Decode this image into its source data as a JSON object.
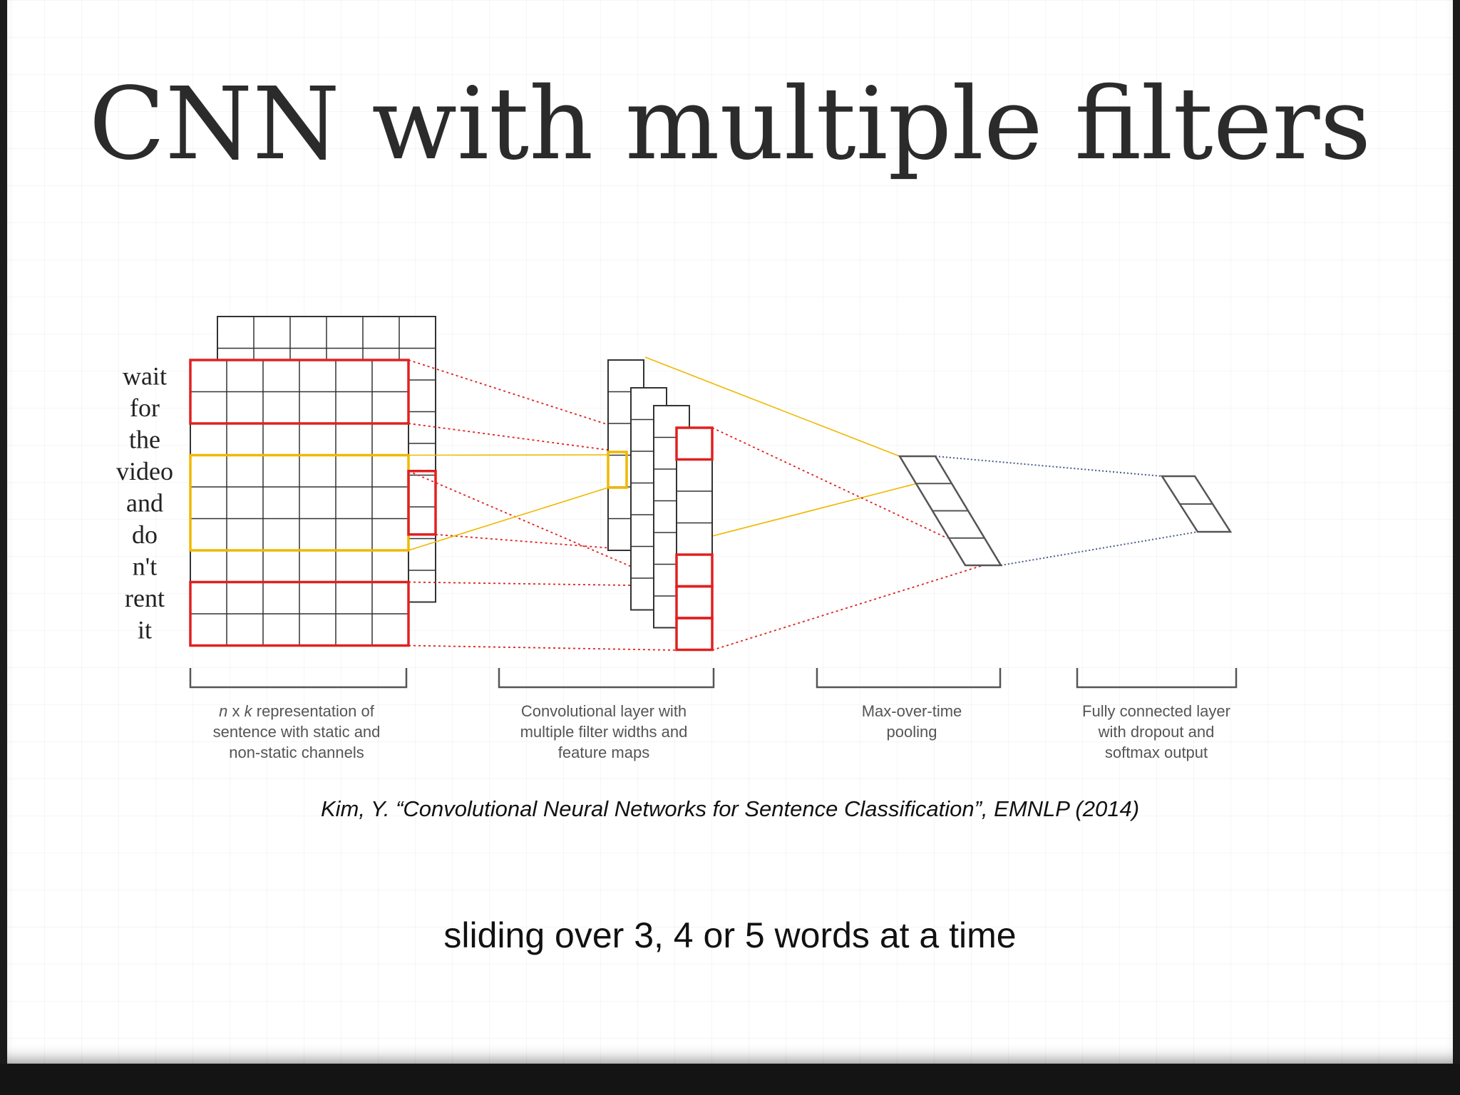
{
  "slide": {
    "title": "CNN with multiple filters",
    "citation": "Kim, Y. “Convolutional Neural Networks for Sentence Classification”, EMNLP (2014)",
    "footnote": "sliding over 3, 4 or 5 words at a time"
  },
  "diagram": {
    "words": [
      "wait",
      "for",
      "the",
      "video",
      "and",
      "do",
      "n't",
      "rent",
      "it"
    ],
    "captions": [
      {
        "name": "caption-representation",
        "lines": [
          "n x k representation of",
          "sentence with static and",
          "non-static channels"
        ]
      },
      {
        "name": "caption-convolution",
        "lines": [
          "Convolutional layer with",
          "multiple filter widths and",
          "feature maps"
        ]
      },
      {
        "name": "caption-pooling",
        "lines": [
          "Max-over-time",
          "pooling"
        ]
      },
      {
        "name": "caption-fully-connected",
        "lines": [
          "Fully connected layer",
          "with dropout and",
          "softmax output"
        ]
      }
    ],
    "colors": {
      "filter_red": "#e02020",
      "filter_yellow": "#f0b800",
      "grid": "#333333",
      "dotted_blue": "#4a5a8a"
    }
  }
}
